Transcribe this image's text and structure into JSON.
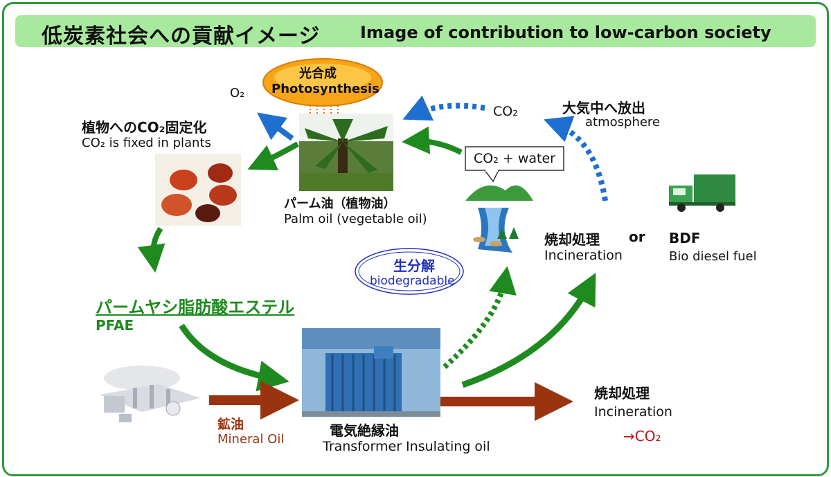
{
  "title": {
    "jp": "低炭素社会への貢献イメージ",
    "en": "Image of contribution to low-carbon society"
  },
  "photosynthesis": {
    "jp": "光合成",
    "en": "Photosynthesis"
  },
  "o2": "O₂",
  "fixation": {
    "jp": "植物へのCO₂固定化",
    "en": "CO₂ is fixed in plants"
  },
  "palm_oil": {
    "jp": "パーム油（植物油）",
    "en": "Palm oil (vegetable oil)"
  },
  "co2_top": "CO₂",
  "atmosphere": {
    "jp": "大気中へ放出",
    "en": "atmosphere"
  },
  "co2_water": "CO₂ + water",
  "biodegradable": {
    "jp": "生分解",
    "en": "biodegradable"
  },
  "incineration_right": {
    "jp": "焼却処理",
    "en": "Incineration"
  },
  "or": "or",
  "bdf": {
    "title": "BDF",
    "en": "Bio diesel fuel"
  },
  "pfae": {
    "jp": "パームヤシ脂肪酸エステル",
    "en": "PFAE"
  },
  "mineral_oil": {
    "jp": "鉱油",
    "en": "Mineral Oil"
  },
  "transformer": {
    "jp": "電気絶縁油",
    "en": "Transformer Insulating oil"
  },
  "incineration_bottom": {
    "jp": "焼却処理",
    "en": "Incineration",
    "result": "→CO₂"
  },
  "colors": {
    "green_arrow": "#1f8a1f",
    "blue_arrow": "#1e6fd0",
    "brown_arrow": "#9a3410",
    "title_bg": "#a8ea9d",
    "frame": "#2f9a3a"
  }
}
